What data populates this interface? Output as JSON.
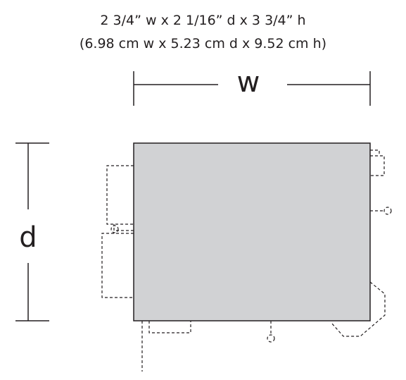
{
  "dimensions": {
    "imperial": "2 3/4” w x 2 1/16” d x 3 3/4” h",
    "metric": "(6.98 cm w x 5.23 cm d x 9.52 cm h)"
  },
  "labels": {
    "width": "w",
    "depth": "d"
  },
  "colors": {
    "body_fill": "#d1d2d4",
    "line": "#231f20"
  }
}
